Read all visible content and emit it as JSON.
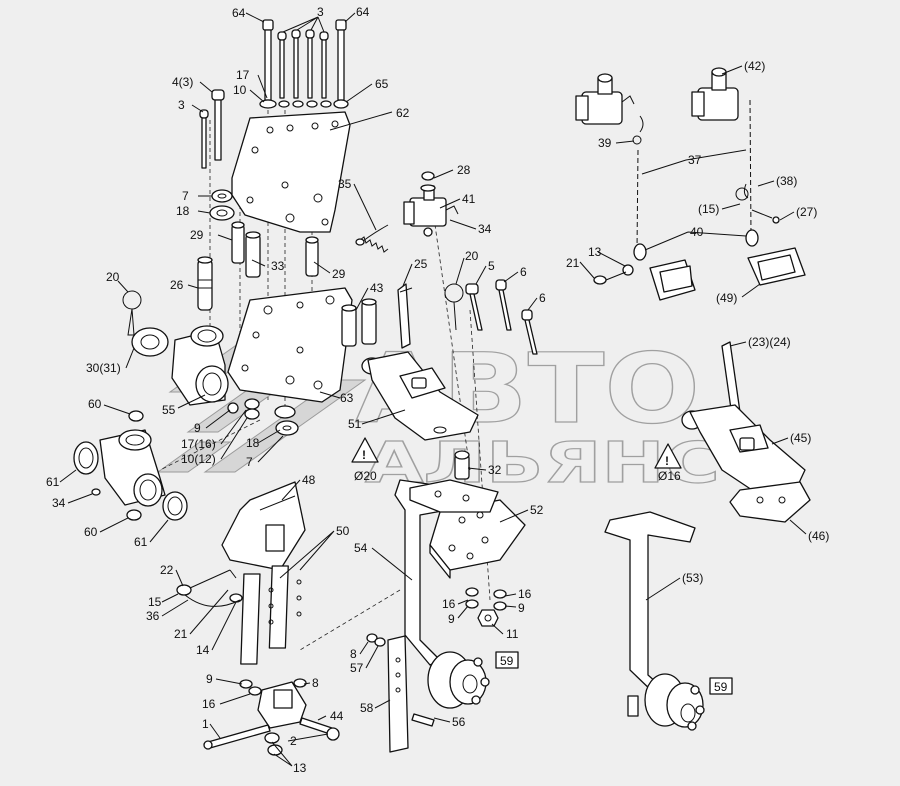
{
  "watermark": {
    "line1": "АВТО",
    "line2": "АЛЬЯНС"
  },
  "warnings": [
    "Ø20",
    "Ø16"
  ],
  "boxed_refs": [
    "59",
    "59"
  ],
  "labels": {
    "l64a": "64",
    "l3a": "3",
    "l64b": "64",
    "l43": "4(3)",
    "l17a": "17",
    "l10a": "10",
    "l65": "65",
    "l3b": "3",
    "l62": "62",
    "l35": "35",
    "l28": "28",
    "l41": "41",
    "l34a": "34",
    "l7a": "7",
    "l18a": "18",
    "l29a": "29",
    "l33": "33",
    "l29b": "29",
    "l20a": "20",
    "l26": "26",
    "l43b": "43",
    "l25": "25",
    "l20b": "20",
    "l5": "5",
    "l6a": "6",
    "l6b": "6",
    "l30": "30(31)",
    "l55": "55",
    "l63": "63",
    "l60a": "60",
    "l9a": "9",
    "l1716": "17(16)",
    "l1012": "10(12)",
    "l18b": "18",
    "l7b": "7",
    "l51": "51",
    "l32": "32",
    "l61a": "61",
    "l34b": "34",
    "l60b": "60",
    "l61b": "61",
    "l48": "48",
    "l50": "50",
    "l54": "54",
    "l52": "52",
    "l22": "22",
    "l15a": "15",
    "l36": "36",
    "l21a": "21",
    "l14": "14",
    "l16a": "16",
    "l16b": "16",
    "l9b": "9",
    "l9c": "9",
    "l11": "11",
    "l8a": "8",
    "l57": "57",
    "l9d": "9",
    "l8b": "8",
    "l16c": "16",
    "l58": "58",
    "l56": "56",
    "l1": "1",
    "l44": "44",
    "l2": "2",
    "l13a": "13",
    "l42": "(42)",
    "l39": "39",
    "l37": "37",
    "l38": "(38)",
    "l15b": "(15)",
    "l27": "(27)",
    "l40": "40",
    "l13b": "13",
    "l21b": "21",
    "l49": "(49)",
    "l2324": "(23)(24)",
    "l45": "(45)",
    "l46": "(46)",
    "l53": "(53)"
  }
}
